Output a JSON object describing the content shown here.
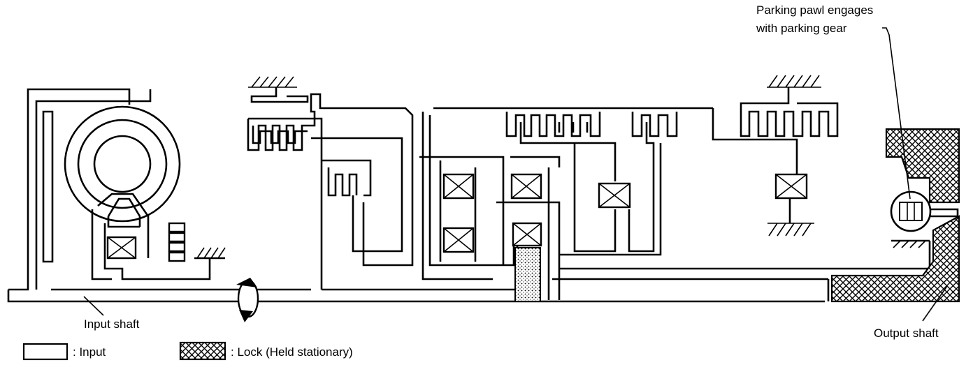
{
  "labels": {
    "parking_line1": "Parking pawl engages",
    "parking_line2": "with parking gear",
    "input_shaft": "Input shaft",
    "output_shaft": "Output shaft"
  },
  "legend": {
    "input": ": Input",
    "lock": ": Lock (Held stationary)"
  },
  "colors": {
    "line": "#000000",
    "background": "#ffffff"
  }
}
